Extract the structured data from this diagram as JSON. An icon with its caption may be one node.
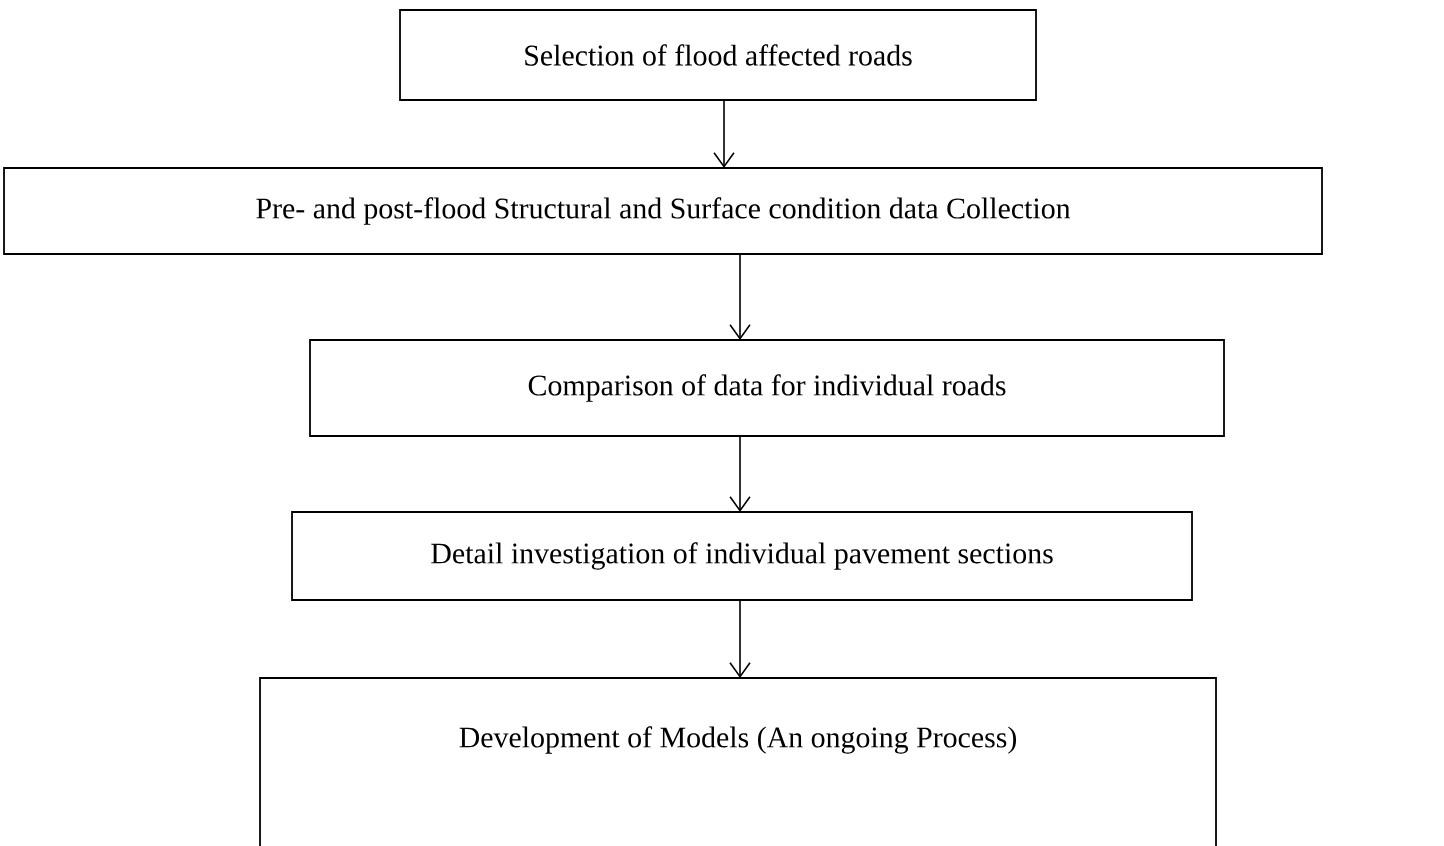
{
  "diagram": {
    "nodes": [
      {
        "text": [
          "Selection of flood affected roads"
        ]
      },
      {
        "text": [
          "Pre- and post-flood Structural and Surface condition data Collection"
        ]
      },
      {
        "text": [
          "Comparison of data for individual roads"
        ]
      },
      {
        "text": [
          "Detail investigation of individual pavement sections"
        ]
      },
      {
        "text": [
          "Development of Models (An ongoing Process)"
        ]
      }
    ],
    "edges": [
      {
        "from": 0,
        "to": 1,
        "arrow": "to"
      },
      {
        "from": 1,
        "to": 2,
        "arrow": "to"
      },
      {
        "from": 2,
        "to": 3,
        "arrow": "to"
      },
      {
        "from": 3,
        "to": 4,
        "arrow": "to"
      }
    ]
  }
}
